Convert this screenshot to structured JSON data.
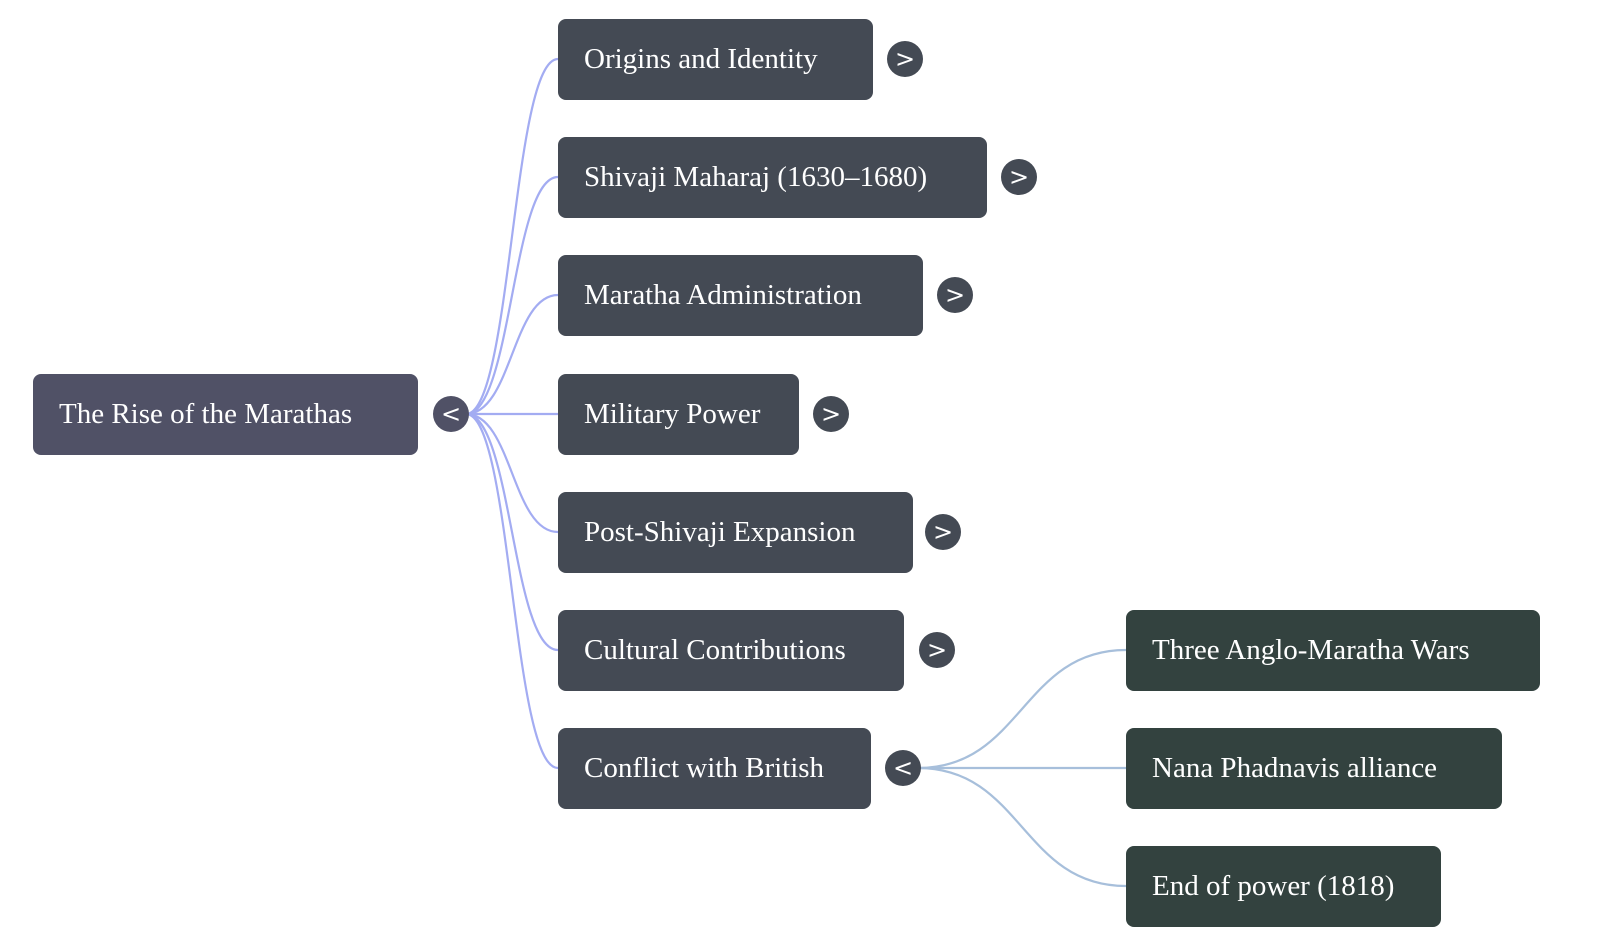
{
  "mindmap": {
    "root": {
      "label": "The Rise of the Marathas",
      "toggle": "<",
      "expanded": true
    },
    "children": [
      {
        "label": "Origins and Identity",
        "toggle": ">",
        "expanded": false
      },
      {
        "label": "Shivaji Maharaj (1630–1680)",
        "toggle": ">",
        "expanded": false
      },
      {
        "label": "Maratha Administration",
        "toggle": ">",
        "expanded": false
      },
      {
        "label": "Military Power",
        "toggle": ">",
        "expanded": false
      },
      {
        "label": "Post-Shivaji Expansion",
        "toggle": ">",
        "expanded": false
      },
      {
        "label": "Cultural Contributions",
        "toggle": ">",
        "expanded": false
      },
      {
        "label": "Conflict with British",
        "toggle": "<",
        "expanded": true,
        "children": [
          {
            "label": "Three Anglo-Maratha Wars"
          },
          {
            "label": "Nana Phadnavis alliance"
          },
          {
            "label": "End of power (1818)"
          }
        ]
      }
    ]
  },
  "colors": {
    "root_node": "#505166",
    "level1_node": "#444a54",
    "level2_node": "#33423f",
    "root_links": "#a3acf2",
    "level2_links": "#a7bfdb",
    "text": "#ffffff",
    "background": "#ffffff"
  }
}
